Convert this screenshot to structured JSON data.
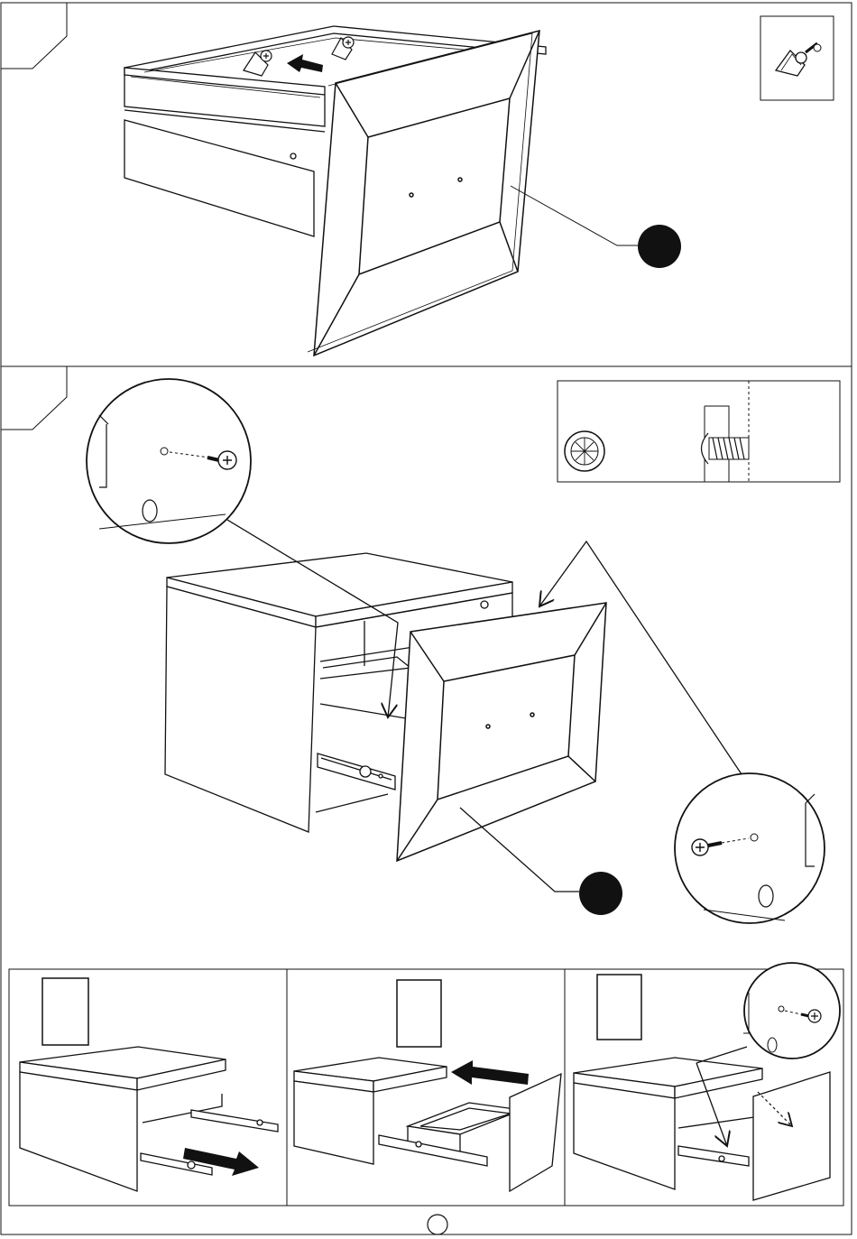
{
  "document": {
    "title": "",
    "page_number": ""
  },
  "steps": [
    {
      "id": "step-a",
      "label": "",
      "callout_part": ""
    },
    {
      "id": "step-b",
      "label": "",
      "callout_part": ""
    }
  ],
  "sub_steps": [
    {
      "id": "sub-1",
      "label": ""
    },
    {
      "id": "sub-2",
      "label": ""
    },
    {
      "id": "sub-3",
      "label": ""
    }
  ],
  "icons": {
    "bracket_detail": "corner-bracket-with-screw-icon",
    "screw_detail": "cam-screw-top-and-side-icon",
    "direction_arrow": "push-arrow-icon"
  },
  "colors": {
    "line": "#111111",
    "fill": "#ffffff",
    "dark": "#111111"
  }
}
